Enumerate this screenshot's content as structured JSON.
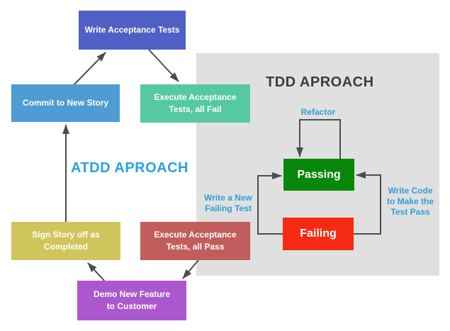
{
  "titles": {
    "tdd": "TDD APROACH",
    "atdd": "ATDD APROACH"
  },
  "nodes": {
    "write_acceptance_tests": {
      "label": "Write Acceptance Tests",
      "color": "#5060C5"
    },
    "commit_to_new_story": {
      "label": "Commit to New Story",
      "color": "#4D9CD3"
    },
    "execute_tests_all_fail": {
      "label": "Execute Acceptance\nTests, all Fail",
      "color": "#57C9A0"
    },
    "sign_story_off": {
      "label": "Sign Story off as\nCompleted",
      "color": "#D0C55C"
    },
    "execute_tests_all_pass": {
      "label": "Execute Acceptance\nTests, all Pass",
      "color": "#C15D5C"
    },
    "demo_new_feature": {
      "label": "Demo New Feature\nto Customer",
      "color": "#AB58CE"
    },
    "passing": {
      "label": "Passing",
      "color": "#088808"
    },
    "failing": {
      "label": "Failing",
      "color": "#F62A13"
    }
  },
  "edge_labels": {
    "refactor": "Refactor",
    "write_new_failing_test": "Write a New\nFailing Test",
    "write_code_make_test_pass": "Write Code\nto Make the\nTest Pass"
  },
  "colors": {
    "canvas_bg": "#FFFFFF",
    "panel_bg": "#E0E0E0",
    "arrow": "#4D4D4D",
    "tdd_title_text": "#3D3D3D",
    "blue_label_text": "#2E9FD9",
    "node_text": "#FFFFFF"
  }
}
